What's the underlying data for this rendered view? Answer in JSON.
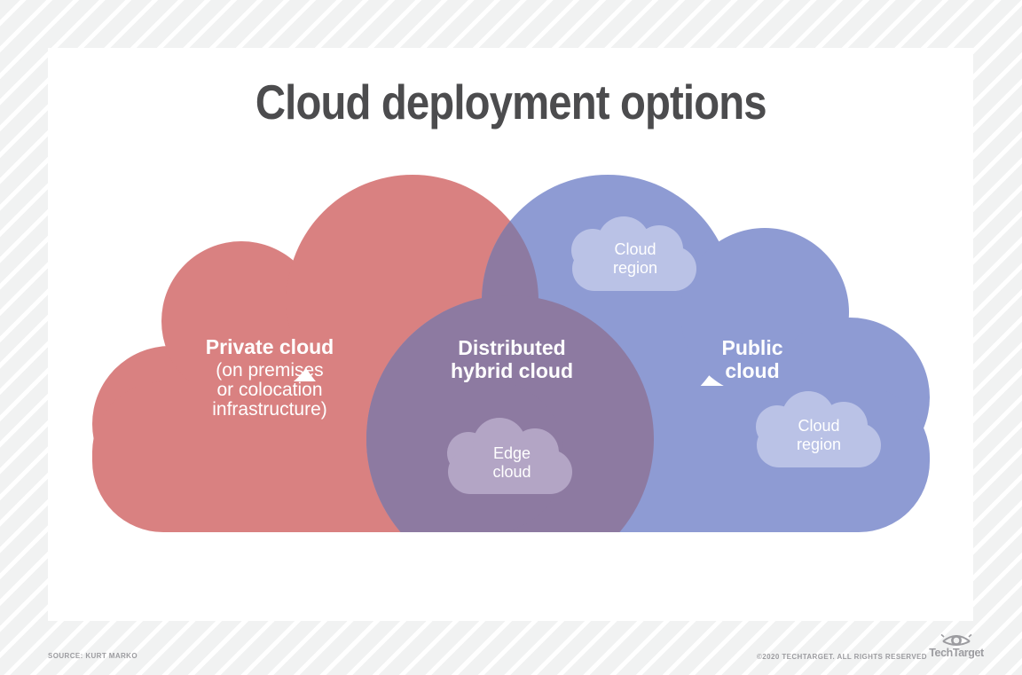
{
  "title": "Cloud deployment options",
  "diagram": {
    "type": "venn-overlapping-clouds",
    "private_cloud": {
      "label": "Private cloud",
      "sublabel": "(on premises\nor colocation\ninfrastructure)"
    },
    "hybrid_cloud": {
      "label": "Distributed\nhybrid cloud"
    },
    "public_cloud": {
      "label": "Public\ncloud"
    },
    "edge_cloud": {
      "label": "Edge\ncloud"
    },
    "cloud_region_top": {
      "label": "Cloud\nregion"
    },
    "cloud_region_bottom": {
      "label": "Cloud\nregion"
    }
  },
  "colors": {
    "private": "#d98181",
    "public": "#8e9bd3",
    "hybrid_overlap": "#8d7aa1",
    "edge_cloud": "#b3a5c5",
    "cloud_region": "#bac2e6",
    "title_text": "#4c4c4e",
    "footer_text": "#9c9ca0",
    "canvas_bg": "#f1f2f2",
    "card_bg": "#ffffff"
  },
  "footer": {
    "source": "SOURCE: KURT MARKO",
    "copyright": "©2020 TECHTARGET. ALL RIGHTS RESERVED",
    "brand": "TechTarget"
  }
}
